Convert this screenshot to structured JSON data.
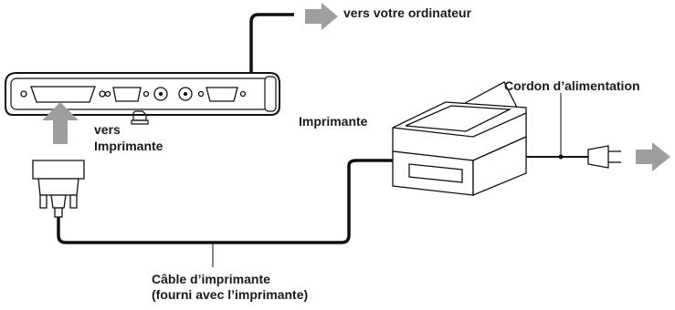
{
  "labels": {
    "to_computer": "vers votre ordinateur",
    "power_cord": "Cordon d’alimentation",
    "printer": "Imprimante",
    "to_printer_line1": "vers",
    "to_printer_line2": "Imprimante",
    "printer_cable_line1": "Câble d’imprimante",
    "printer_cable_line2": "(fourni avec l’imprimante)"
  },
  "icons": {
    "printer_port_symbol": "printer-port-icon",
    "arrow": "arrow-right-icon",
    "arrow_up": "arrow-up-icon"
  },
  "colors": {
    "line": "#111111",
    "arrow_fill": "#9e9e9e",
    "device_fill": "#ffffff",
    "text": "#1a1a1a"
  }
}
